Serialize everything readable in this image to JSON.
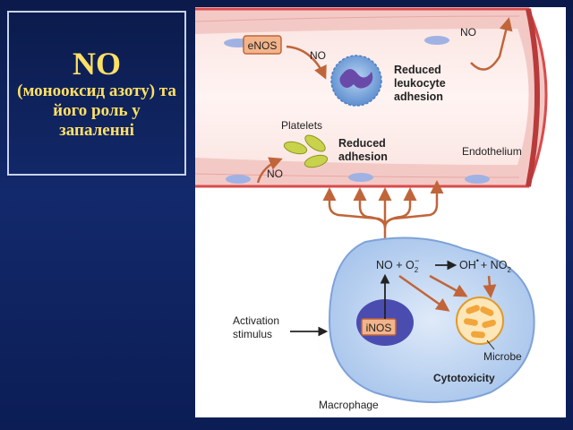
{
  "title": {
    "main": "NO",
    "sub": "(монооксид азоту) та його роль у запаленні"
  },
  "diagram": {
    "enos_label": "eNOS",
    "no_label": "NO",
    "reduced_leukocyte_adhesion": [
      "Reduced",
      "leukocyte",
      "adhesion"
    ],
    "platelets_label": "Platelets",
    "reduced_adhesion": [
      "Reduced",
      "adhesion"
    ],
    "endothelium_label": "Endothelium",
    "reaction": {
      "left": "NO + O",
      "left_sub": "2",
      "left_sup": "−",
      "middle": "OH",
      "middle_sup": "•",
      "right": "+ NO",
      "right_sub": "2"
    },
    "inos_label": "iNOS",
    "activation_stimulus": [
      "Activation",
      "stimulus"
    ],
    "microbe_label": "Microbe",
    "cytotoxicity_label": "Cytotoxicity",
    "macrophage_label": "Macrophage"
  },
  "colors": {
    "title_text": "#ffe066",
    "background": "#0c1d55",
    "vessel_wall": "#f3c9c6",
    "vessel_border": "#d94b4b",
    "arrow": "#c0653a",
    "macrophage": "#bfd6f2",
    "nucleus": "#4b4cb0",
    "microbe": "#f2a53a"
  }
}
